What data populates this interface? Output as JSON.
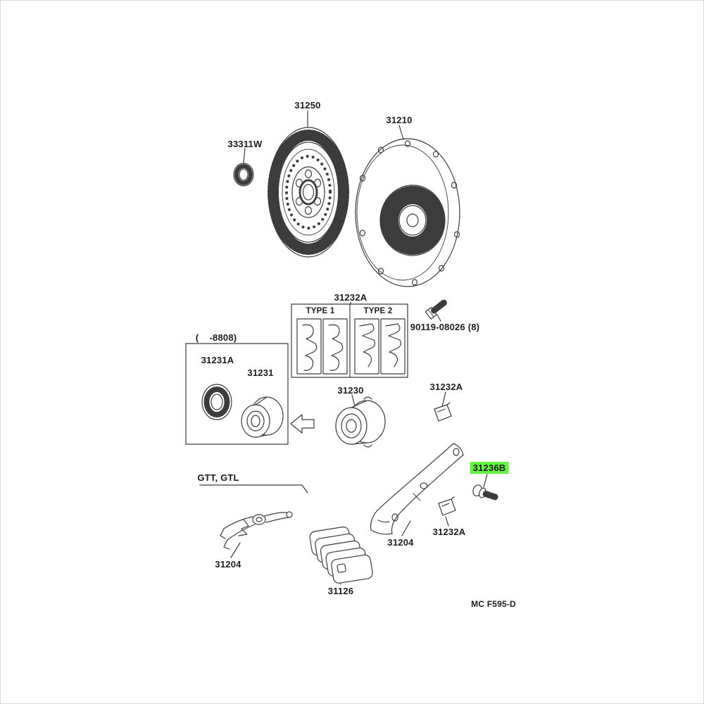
{
  "figure": {
    "description": "Exploded parts diagram of clutch assembly",
    "figure_code": "MC F595-D",
    "line_color": "#3c3c3c",
    "highlight_color": "#62f43e",
    "highlighted_part": "31236B"
  },
  "labels": {
    "clutch_disc": "31250",
    "pilot_seal": "33311W",
    "clutch_cover": "31210",
    "clip_box_title": "31232A",
    "type1_header": "TYPE 1",
    "type2_header": "TYPE 2",
    "bolt": "90119-08026 (8)",
    "date_range": "(    -8808)",
    "bearing_hub": "31231A",
    "release_bearing_old": "31231",
    "release_bearing": "31230",
    "clip_upper": "31232A",
    "pivot_stud": "31236B",
    "release_fork": "31204",
    "clip_lower": "31232A",
    "variant_note": "GTT, GTL",
    "release_fork_gtt": "31204",
    "boot": "31126",
    "figure_code": "MC F595-D"
  }
}
